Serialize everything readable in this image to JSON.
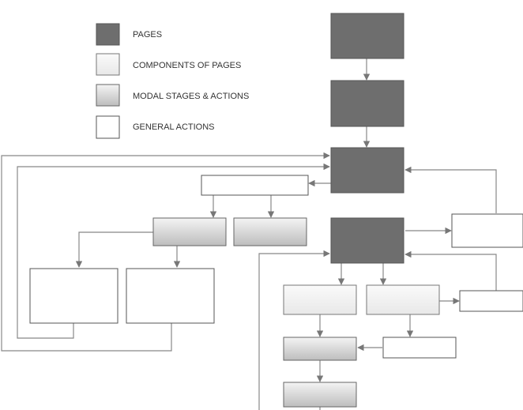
{
  "legend": {
    "items": [
      {
        "key": "pages",
        "label": "PAGES"
      },
      {
        "key": "components",
        "label": "COMPONENTS OF PAGES"
      },
      {
        "key": "modal",
        "label": "MODAL STAGES & ACTIONS"
      },
      {
        "key": "general",
        "label": "GENERAL ACTIONS"
      }
    ]
  },
  "colors": {
    "pages_fill": "#6e6e6e",
    "component_fill": "#efefef",
    "modal_fill_top": "#f4f4f4",
    "modal_fill_bottom": "#bfbfbf",
    "general_fill": "#ffffff",
    "box_stroke": "#555555",
    "line": "#888888"
  }
}
